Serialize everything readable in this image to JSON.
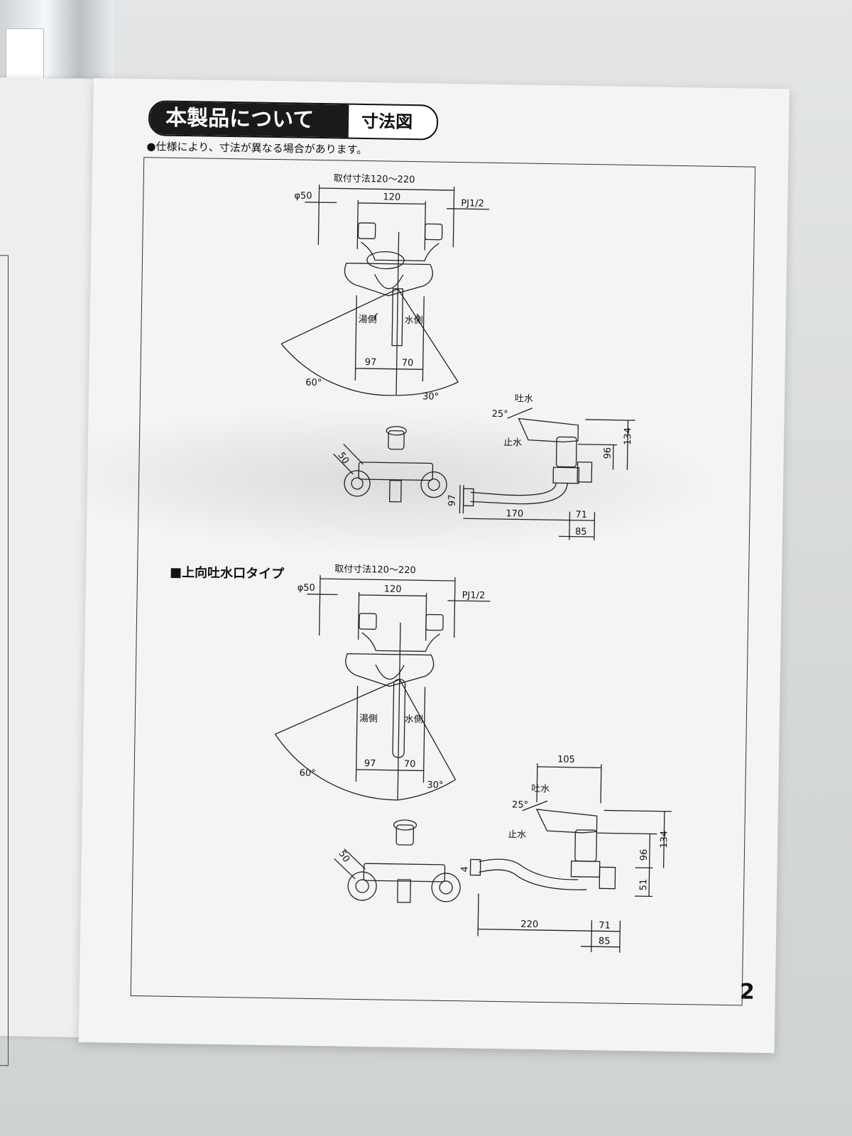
{
  "header": {
    "title": "本製品について",
    "subtitle": "寸法図"
  },
  "note": "●仕様により、寸法が異なる場合があります。",
  "section_label": "■上向吐水口タイプ",
  "page_number": "2",
  "diagram_top": {
    "mount_range": "取付寸法120～220",
    "phi": "φ50",
    "center": "120",
    "pipe": "PJ1/2",
    "hot": "湯側",
    "cold": "水側",
    "dim_left": "97",
    "dim_right": "70",
    "angle_left": "60°",
    "angle_right": "30°",
    "spout": "吐水",
    "stop": "止水",
    "angle_spout": "25°",
    "h134": "134",
    "h96": "96",
    "h97": "97",
    "d50": "50",
    "w170": "170",
    "w71": "71",
    "w85": "85"
  },
  "diagram_bottom": {
    "mount_range": "取付寸法120～220",
    "phi": "φ50",
    "center": "120",
    "pipe": "PJ1/2",
    "hot": "湯側",
    "cold": "水側",
    "dim_left": "97",
    "dim_right": "70",
    "angle_left": "60°",
    "angle_right": "30°",
    "spout": "吐水",
    "stop": "止水",
    "angle_spout": "25°",
    "w105": "105",
    "h134": "134",
    "h96": "96",
    "h51": "51",
    "h4": "4",
    "d50": "50",
    "w220": "220",
    "w71": "71",
    "w85": "85"
  }
}
